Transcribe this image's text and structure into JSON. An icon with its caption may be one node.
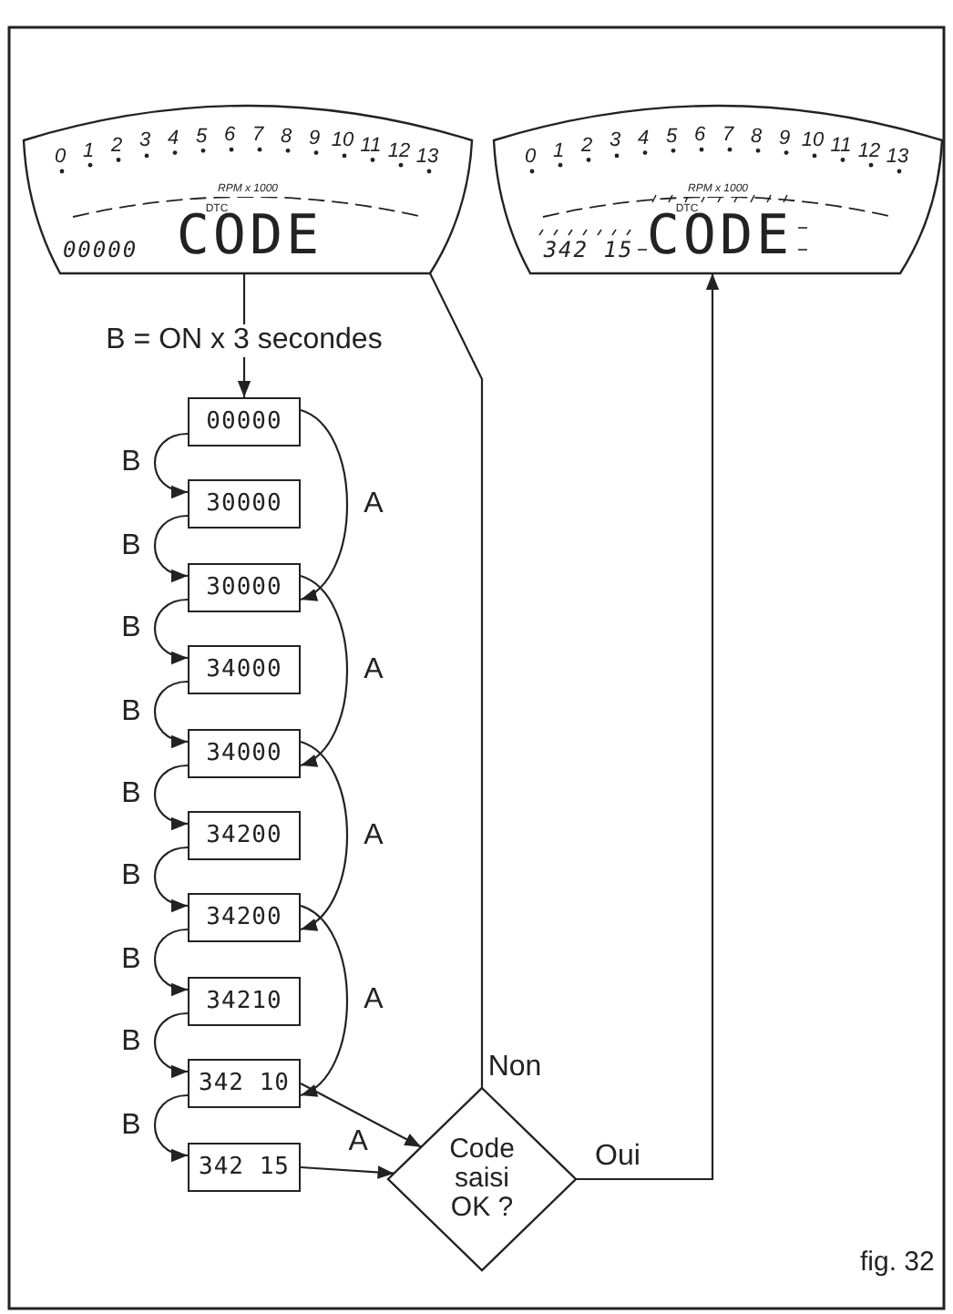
{
  "diagram": {
    "nodes": [
      {
        "text": [
          "0",
          "1",
          "2",
          "3",
          "4",
          "5",
          "6",
          "7",
          "8",
          "9",
          "10",
          "11",
          "12",
          "13",
          "RPM x 1000",
          "DTC",
          "00000",
          "CODE"
        ]
      },
      {
        "text": [
          "0",
          "1",
          "2",
          "3",
          "4",
          "5",
          "6",
          "7",
          "8",
          "9",
          "10",
          "11",
          "12",
          "13",
          "RPM x 1000",
          "DTC",
          "342 15",
          "CODE"
        ]
      },
      {
        "text": [
          "00000"
        ]
      },
      {
        "text": [
          "30000"
        ]
      },
      {
        "text": [
          "30000"
        ]
      },
      {
        "text": [
          "34000"
        ]
      },
      {
        "text": [
          "34000"
        ]
      },
      {
        "text": [
          "34200"
        ]
      },
      {
        "text": [
          "34200"
        ]
      },
      {
        "text": [
          "34210"
        ]
      },
      {
        "text": [
          "342 10"
        ]
      },
      {
        "text": [
          "342 15"
        ]
      },
      {
        "text": [
          "Code saisi OK ?"
        ]
      }
    ],
    "edges": [
      {
        "from": 0,
        "to": 2,
        "arrow": "to",
        "label": "B = ON x 3 secondes"
      },
      {
        "from": 2,
        "to": 3,
        "arrow": "to",
        "label": "B"
      },
      {
        "from": 3,
        "to": 4,
        "arrow": "to",
        "label": "B"
      },
      {
        "from": 4,
        "to": 5,
        "arrow": "to",
        "label": "B"
      },
      {
        "from": 5,
        "to": 6,
        "arrow": "to",
        "label": "B"
      },
      {
        "from": 6,
        "to": 7,
        "arrow": "to",
        "label": "B"
      },
      {
        "from": 7,
        "to": 8,
        "arrow": "to",
        "label": "B"
      },
      {
        "from": 8,
        "to": 9,
        "arrow": "to",
        "label": "B"
      },
      {
        "from": 9,
        "to": 10,
        "arrow": "to",
        "label": "B"
      },
      {
        "from": 10,
        "to": 11,
        "arrow": "to",
        "label": "B"
      },
      {
        "from": 2,
        "to": 4,
        "arrow": "to",
        "label": "A"
      },
      {
        "from": 4,
        "to": 6,
        "arrow": "to",
        "label": "A"
      },
      {
        "from": 6,
        "to": 8,
        "arrow": "to",
        "label": "A"
      },
      {
        "from": 8,
        "to": 10,
        "arrow": "to",
        "label": "A"
      },
      {
        "from": 10,
        "to": 12,
        "arrow": "to"
      },
      {
        "from": 11,
        "to": 12,
        "arrow": "to",
        "label": "A"
      },
      {
        "from": 12,
        "to": 0,
        "arrow": "none",
        "label": "Non"
      },
      {
        "from": 12,
        "to": 1,
        "arrow": "to",
        "label": "Oui"
      }
    ],
    "labels": [
      "fig. 32"
    ]
  }
}
